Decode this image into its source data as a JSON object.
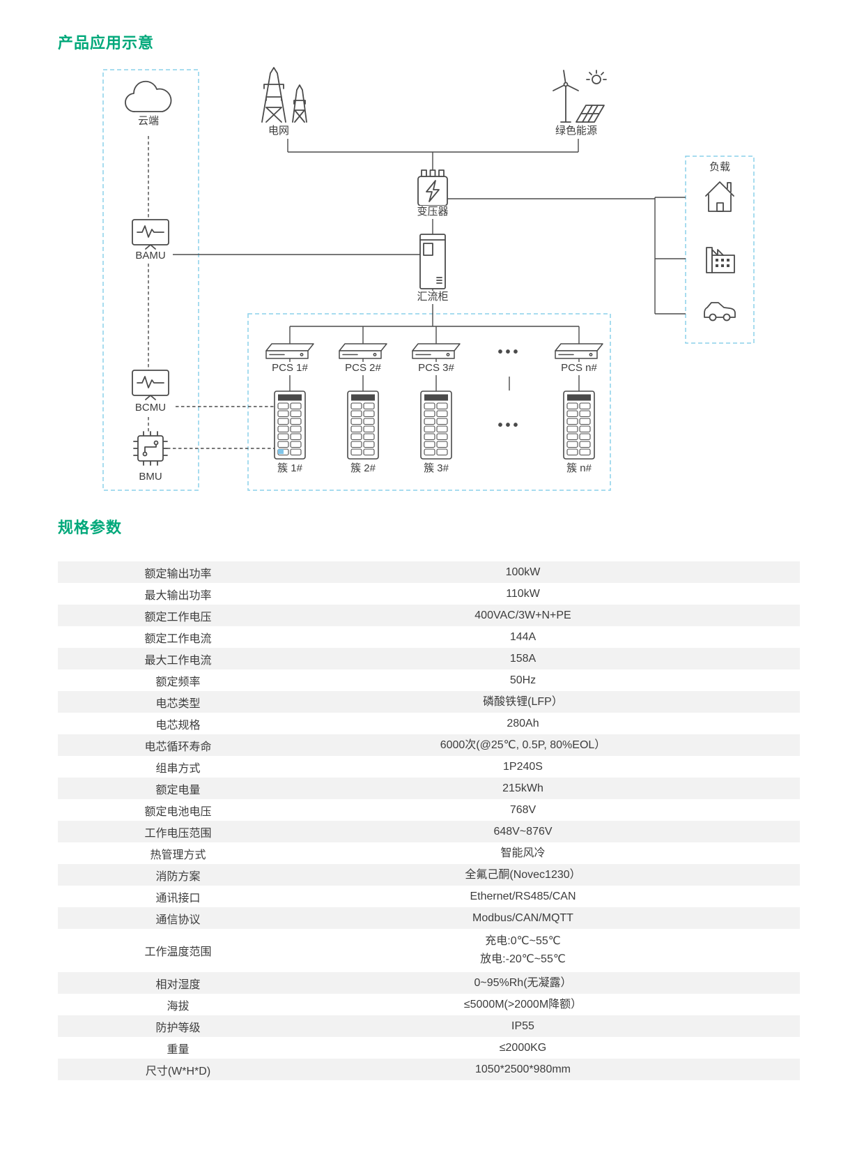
{
  "page": {
    "section1_title": "产品应用示意",
    "section2_title": "规格参数"
  },
  "diagram": {
    "cloud_label": "云端",
    "grid_label": "电网",
    "green_label": "绿色能源",
    "transformer_label": "变压器",
    "combiner_label": "汇流柜",
    "bamu_label": "BAMU",
    "bcmu_label": "BCMU",
    "bmu_label": "BMU",
    "load_label": "负载",
    "pcs_labels": [
      "PCS 1#",
      "PCS 2#",
      "PCS 3#",
      "PCS n#"
    ],
    "cluster_labels": [
      "簇 1#",
      "簇 2#",
      "簇 3#",
      "簇 n#"
    ],
    "ellipsis": "•••"
  },
  "table": {
    "rows": [
      {
        "label": "额定输出功率",
        "value": "100kW"
      },
      {
        "label": "最大输出功率",
        "value": "110kW"
      },
      {
        "label": "额定工作电压",
        "value": "400VAC/3W+N+PE"
      },
      {
        "label": "额定工作电流",
        "value": "144A"
      },
      {
        "label": "最大工作电流",
        "value": "158A"
      },
      {
        "label": "额定频率",
        "value": "50Hz"
      },
      {
        "label": "电芯类型",
        "value": "磷酸铁锂(LFP）"
      },
      {
        "label": "电芯规格",
        "value": "280Ah"
      },
      {
        "label": "电芯循环寿命",
        "value": "6000次(@25℃, 0.5P, 80%EOL）"
      },
      {
        "label": "组串方式",
        "value": "1P240S"
      },
      {
        "label": "额定电量",
        "value": "215kWh"
      },
      {
        "label": "额定电池电压",
        "value": "768V"
      },
      {
        "label": "工作电压范围",
        "value": "648V~876V"
      },
      {
        "label": "热管理方式",
        "value": "智能风冷"
      },
      {
        "label": "消防方案",
        "value": "全氟己酮(Novec1230）"
      },
      {
        "label": "通讯接口",
        "value": "Ethernet/RS485/CAN"
      },
      {
        "label": "通信协议",
        "value": "Modbus/CAN/MQTT"
      },
      {
        "label": "工作温度范围",
        "value": "充电:0℃~55℃\n放电:-20℃~55℃"
      },
      {
        "label": "相对湿度",
        "value": "0~95%Rh(无凝露）"
      },
      {
        "label": "海拔",
        "value": "≤5000M(>2000M降额）"
      },
      {
        "label": "防护等级",
        "value": "IP55"
      },
      {
        "label": "重量",
        "value": "≤2000KG"
      },
      {
        "label": "尺寸(W*H*D)",
        "value": "1050*2500*980mm"
      }
    ]
  },
  "colors": {
    "accent": "#00a87a",
    "row_alt": "#f2f2f2",
    "dashed_zone": "#8ad0ea",
    "line": "#4a4a4a"
  }
}
